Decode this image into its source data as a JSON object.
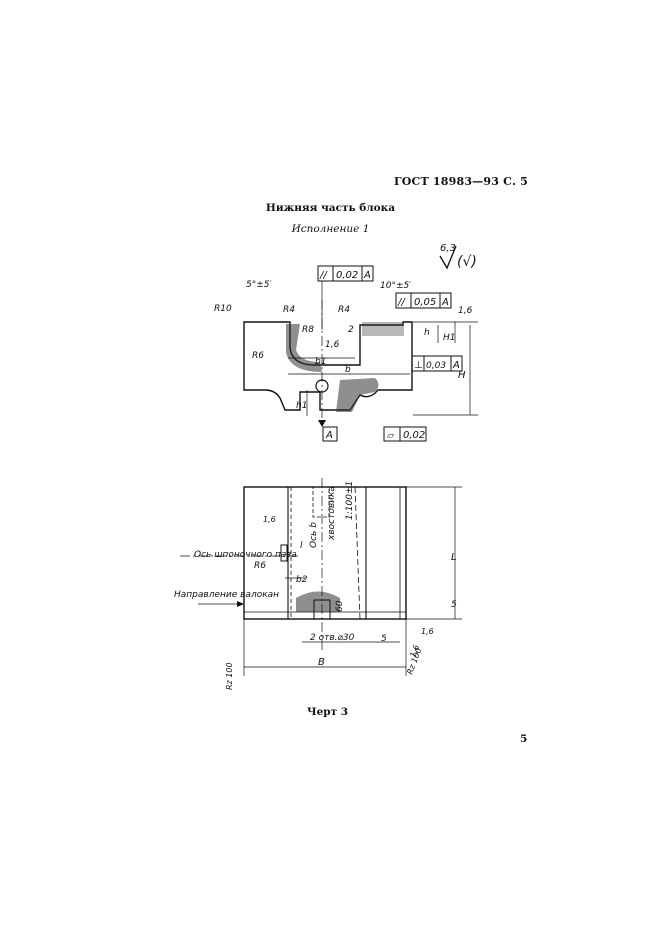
{
  "header": {
    "standard_ref": "ГОСТ 18983—93 С. 5"
  },
  "title": "Нижняя часть блока",
  "subtitle": "Исполнение 1",
  "caption": "Черт 3",
  "page_number": "5",
  "drawing_top": {
    "roughness_general": "6,3",
    "roughness_paren": "(√)",
    "angle_left": "5°±5′",
    "angle_right": "10°±5′",
    "tol_parallel_top": "0,02",
    "tol_parallel_top_datum": "A",
    "tol_parallel_right": "0,05",
    "tol_parallel_right_datum": "A",
    "tol_perp": "0,03",
    "tol_perp_datum": "A",
    "tol_flat": "0,02",
    "datum": "A",
    "radii": [
      "R10",
      "R4",
      "R8",
      "R6",
      "R4"
    ],
    "dims": [
      "2",
      "1,6",
      "b1",
      "b",
      "h",
      "H1",
      "H",
      "h1",
      "1,6"
    ]
  },
  "drawing_bottom": {
    "labels": [
      "Ось шпоночного паза",
      "Направление валокан",
      "хвостовика",
      "1:100±1",
      "Ось b",
      "R6",
      "b2",
      "l",
      "L",
      "5",
      "5",
      "2 отв.⌀30",
      "B",
      "1,6",
      "1,6",
      "Rz 100",
      "Rz 100",
      "60",
      "1,6"
    ]
  }
}
